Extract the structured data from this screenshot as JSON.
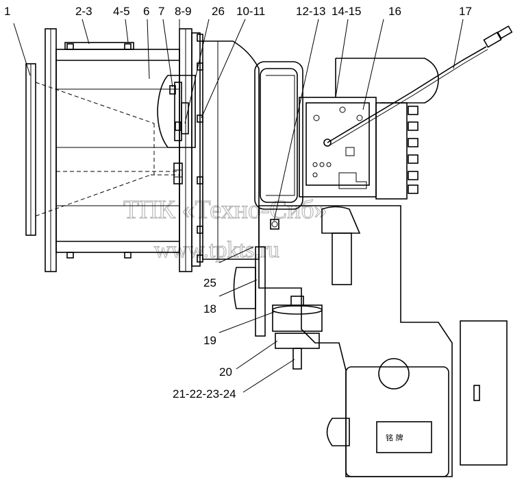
{
  "watermark": {
    "line1": "ТПК «Техно-Сиб»",
    "line2": "www.tpkts.ru"
  },
  "callouts": [
    {
      "id": "c1",
      "label": "1"
    },
    {
      "id": "c2",
      "label": "2-3"
    },
    {
      "id": "c3",
      "label": "4-5"
    },
    {
      "id": "c4",
      "label": "6"
    },
    {
      "id": "c5",
      "label": "7"
    },
    {
      "id": "c6",
      "label": "8-9"
    },
    {
      "id": "c7",
      "label": "26"
    },
    {
      "id": "c8",
      "label": "10-11"
    },
    {
      "id": "c9",
      "label": "12-13"
    },
    {
      "id": "c10",
      "label": "14-15"
    },
    {
      "id": "c11",
      "label": "16"
    },
    {
      "id": "c12",
      "label": "17"
    },
    {
      "id": "c13",
      "label": "25"
    },
    {
      "id": "c14",
      "label": "18"
    },
    {
      "id": "c15",
      "label": "19"
    },
    {
      "id": "c16",
      "label": "20"
    },
    {
      "id": "c17",
      "label": "21-22-23-24"
    }
  ],
  "plate_caption": "铭 牌"
}
